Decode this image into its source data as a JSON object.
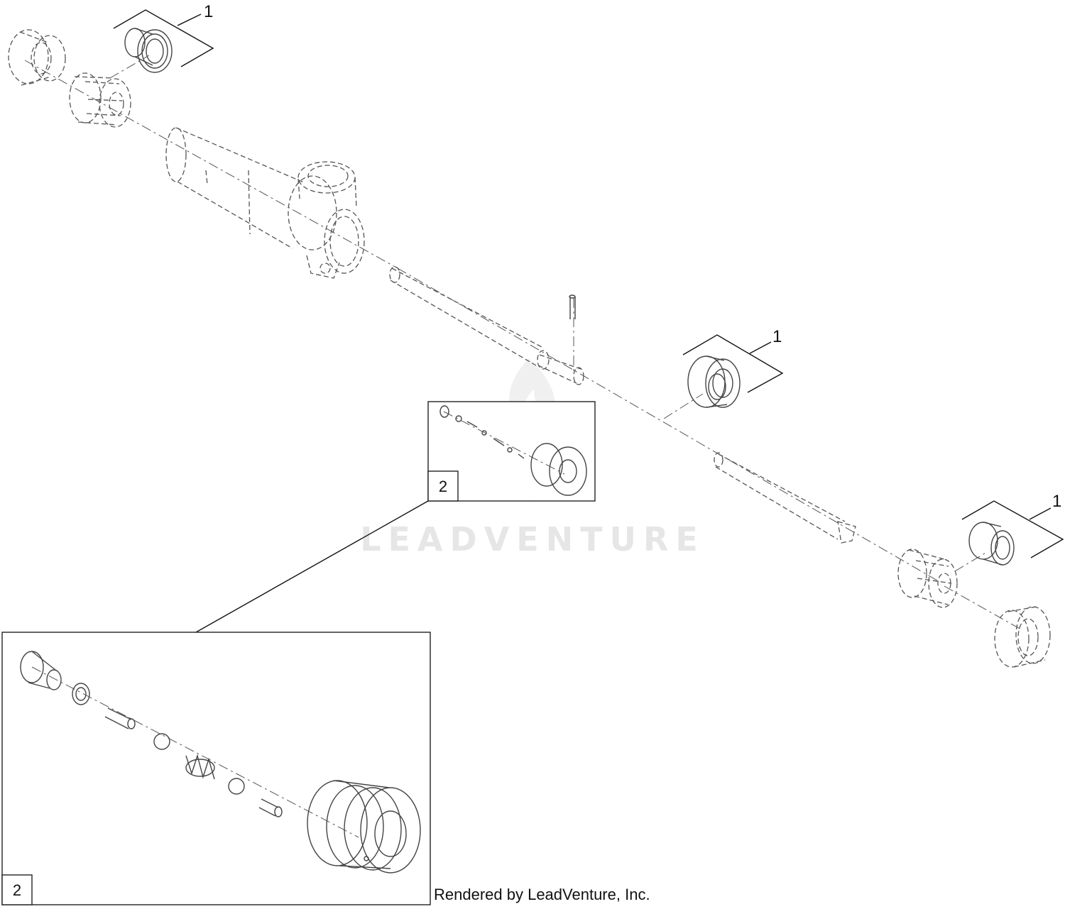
{
  "callouts": {
    "kit_top": "1",
    "kit_mid": "1",
    "kit_right": "1",
    "detail_small": "2",
    "detail_large": "2"
  },
  "watermark": {
    "brand": "LEADVENTURE"
  },
  "credit": "Rendered by LeadVenture, Inc."
}
